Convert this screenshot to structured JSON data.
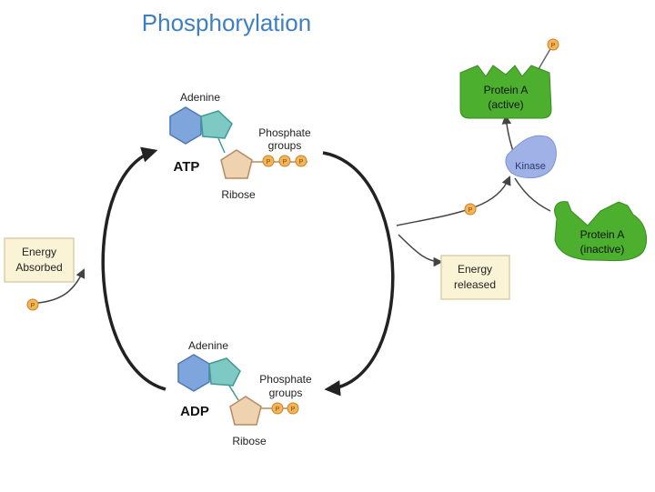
{
  "title": "Phosphorylation",
  "atp": {
    "adenine_label": "Adenine",
    "name": "ATP",
    "ribose_label": "Ribose",
    "phosphate_label_line1": "Phosphate",
    "phosphate_label_line2": "groups",
    "phosphate_symbol": "P",
    "phosphate_count": 3
  },
  "adp": {
    "adenine_label": "Adenine",
    "name": "ADP",
    "ribose_label": "Ribose",
    "phosphate_label_line1": "Phosphate",
    "phosphate_label_line2": "groups",
    "phosphate_symbol": "P",
    "phosphate_count": 2
  },
  "energy_absorbed": {
    "line1": "Energy",
    "line2": "Absorbed",
    "phosphate_symbol": "P"
  },
  "energy_released": {
    "line1": "Energy",
    "line2": "released"
  },
  "kinase_label": "Kinase",
  "free_phosphate_symbol": "P",
  "protein_active": {
    "line1": "Protein A",
    "line2": "(active)",
    "phosphate_symbol": "P"
  },
  "protein_inactive": {
    "line1": "Protein A",
    "line2": "(inactive)"
  },
  "colors": {
    "title": "#3d7fc1",
    "adenine_hex": "#7ea6dd",
    "adenine_pent": "#7fc9c4",
    "ribose": "#efd2b0",
    "phosphate": "#f3b557",
    "energy_box": "#fbf3d6",
    "protein": "#4caf2e",
    "kinase": "#9fb1e6",
    "arrow": "#222222"
  }
}
